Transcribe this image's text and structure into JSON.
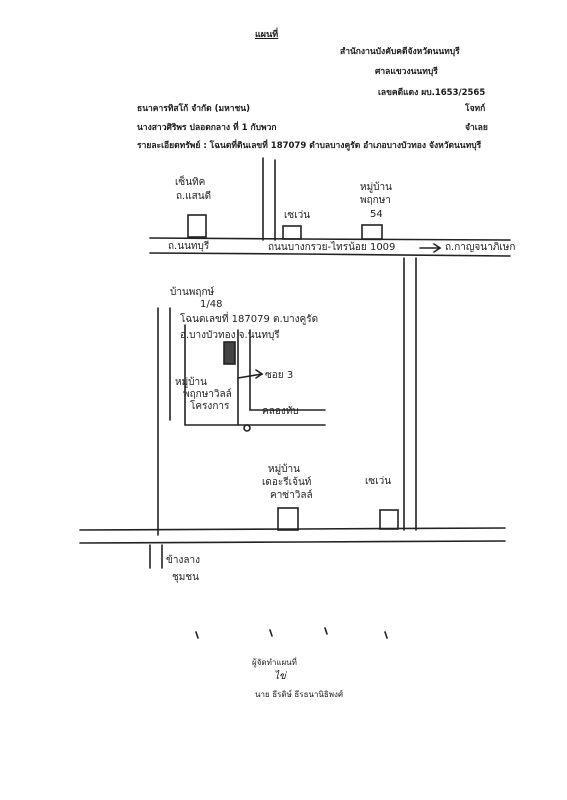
{
  "header": {
    "title": "แผนที่",
    "office": "สำนักงานบังคับคดีจังหวัดนนทบุรี",
    "court": "ศาลแขวงนนทบุรี",
    "case_no": "เลขคดีแดง ผบ.1653/2565",
    "plaintiff": "ธนาคารทิสโก้ จำกัด (มหาชน)",
    "plaintiff_role": "โจทก์",
    "defendant": "นางสาวศิริพร ปลอดกลาง ที่ 1  กับพวก",
    "defendant_role": "จำเลย",
    "asset": "รายละเอียดทรัพย์ : โฉนดที่ดินเลขที่ 187079  ตำบลบางคูรัด อำเภอบางบัวทอง จังหวัดนนทบุรี"
  },
  "map_labels": {
    "top_left_building": "เซ็นทิค",
    "top_left_road": "ถ.แสนดี",
    "top_market": "เซเว่น",
    "village_top": "หมู่บ้าน",
    "village_name": "พฤกษา",
    "village_no": "54",
    "road_left": "ถ.นนทบุรี",
    "road_main": "ถนนบางกรวย-ไทรน้อย 1009",
    "road_right": "ถ.กาญจนาภิเษก",
    "village_gate": "บ้านพฤกษ์",
    "village_gate_no": "1/48",
    "plot_line1": "โฉนดเลขที่ 187079 ต.บางคูรัด",
    "plot_line2": "อ.บางบัวทอง จ.นนทบุรี",
    "soi": "ซอย 3",
    "left_building_1": "หมู่บ้าน",
    "left_building_2": "พฤกษาวิลล์",
    "left_building_3": "โครงการ",
    "canal": "คลองทับ",
    "bottom_building_1": "หมู่บ้าน",
    "bottom_building_2": "เดอะรีเจ้นท์",
    "bottom_building_3": "คาซ่าวิลล์",
    "bottom_right_market": "เซเว่น",
    "bottom_road_1": "ข้างลาง",
    "bottom_road_2": "ชุมชน"
  },
  "footer": {
    "maker_label": "ผู้จัดทำแผนที่",
    "signature_mark": "ไข่",
    "maker_name": "นาย ธีรดิษ์ ธีรธนานิธิพงศ์"
  }
}
